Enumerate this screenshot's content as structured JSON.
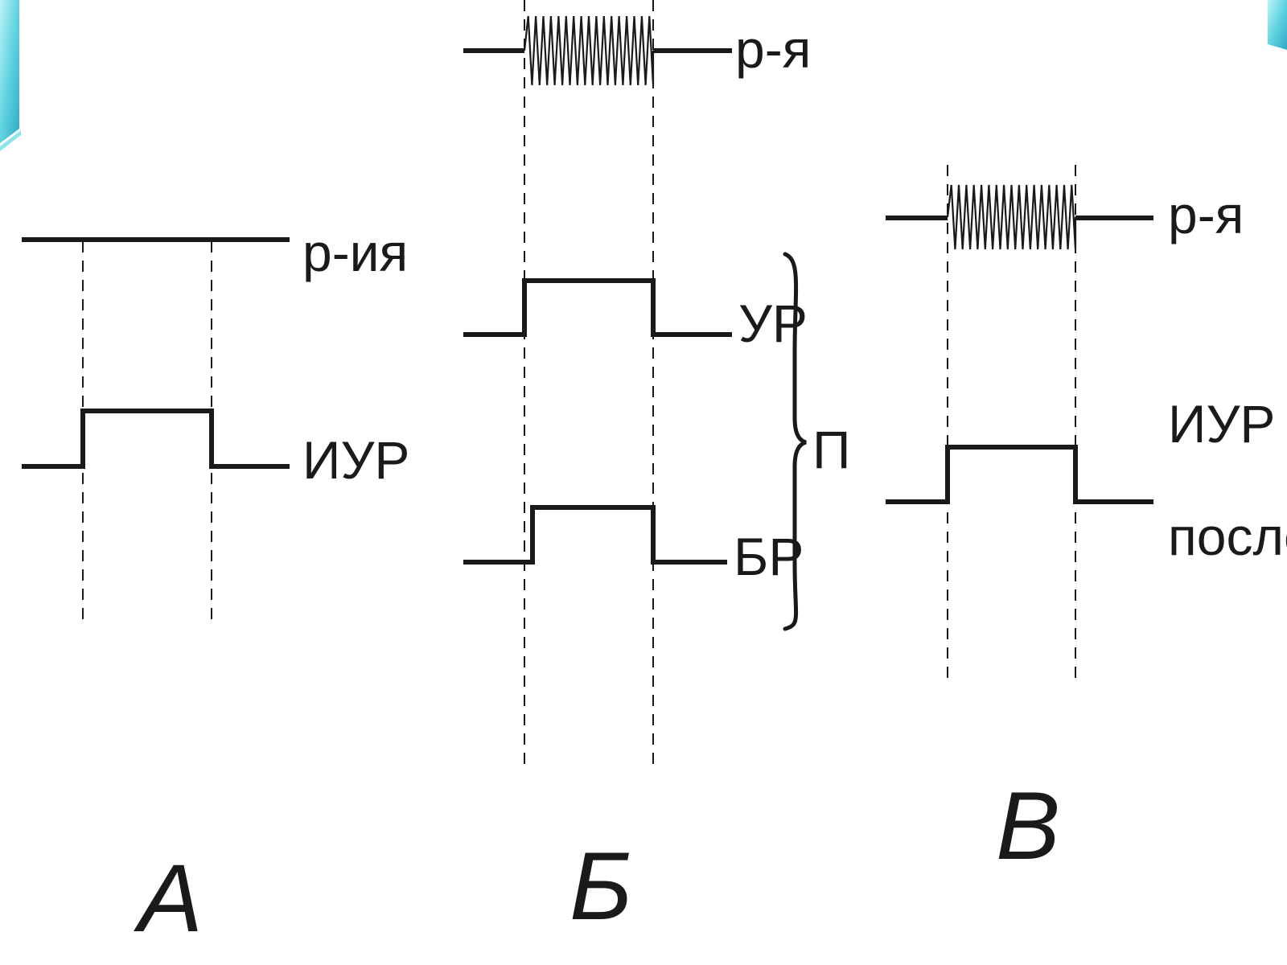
{
  "panels": {
    "a": {
      "letter": "А",
      "top_label": "р-ия",
      "bottom_label": "ИУР"
    },
    "b": {
      "letter": "Б",
      "top_label": "р-я",
      "middle_label": "УР",
      "bottom_label": "БР",
      "brace_label": "П"
    },
    "c": {
      "letter": "В",
      "top_label": "р-я",
      "bottom_label_line1": "ИУР",
      "bottom_label_line2": "после П"
    }
  },
  "colors": {
    "ink": "#1a1a1a",
    "background": "#ffffff",
    "corner_decoration": "#5fd3e0"
  }
}
